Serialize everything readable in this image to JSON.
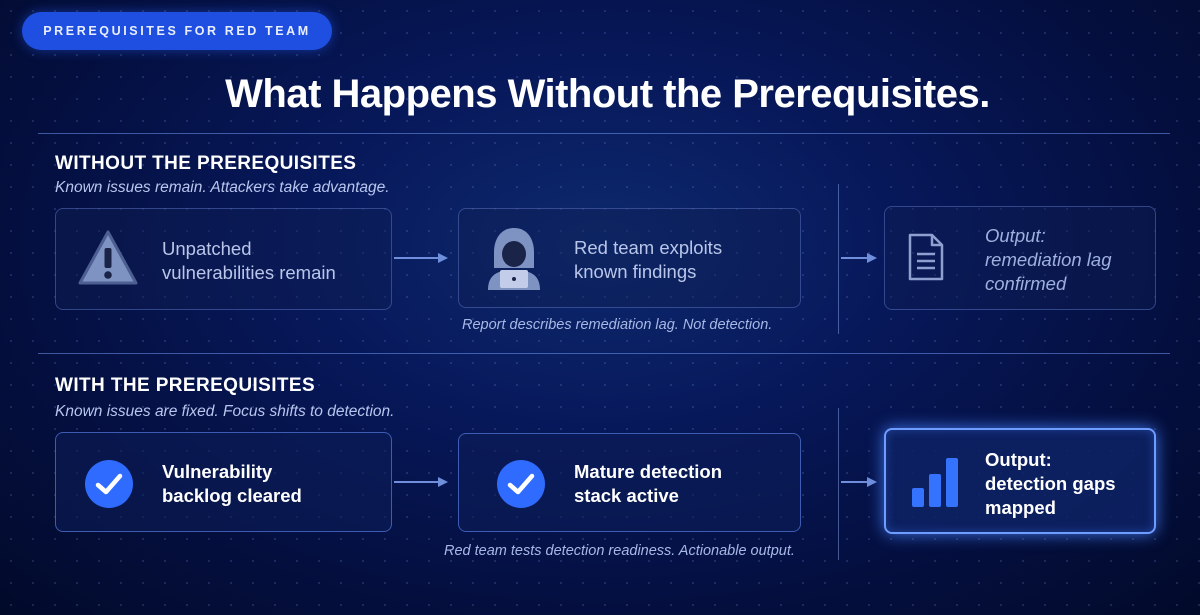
{
  "pill": {
    "label": "PREREQUISITES FOR RED TEAM"
  },
  "title": "What Happens Without the Prerequisites.",
  "without": {
    "heading": "WITHOUT THE PREREQUISITES",
    "subheading": "Known issues remain. Attackers take advantage.",
    "box1": {
      "icon": "warning-triangle-icon",
      "line1": "Unpatched",
      "line2": "vulnerabilities remain"
    },
    "box2": {
      "icon": "hooded-hacker-laptop-icon",
      "line1": "Red team exploits",
      "line2": "known findings"
    },
    "box3": {
      "icon": "document-icon",
      "line1": "Output:",
      "line2": "remediation lag",
      "line3": "confirmed"
    },
    "note": "Report describes remediation lag. Not detection."
  },
  "with": {
    "heading": "WITH THE PREREQUISITES",
    "subheading": "Known issues are fixed. Focus shifts to detection.",
    "box1": {
      "icon": "checkmark-circle-icon",
      "line1": "Vulnerability",
      "line2": "backlog cleared"
    },
    "box2": {
      "icon": "checkmark-circle-icon",
      "line1": "Mature detection",
      "line2": "stack active"
    },
    "box3": {
      "icon": "bar-chart-icon",
      "line1": "Output:",
      "line2": "detection gaps",
      "line3": "mapped"
    },
    "note": "Red team tests detection readiness. Actionable output."
  },
  "colors": {
    "accent": "#1e4fe0",
    "check": "#2f6bff",
    "glow": "#6f9cff"
  }
}
